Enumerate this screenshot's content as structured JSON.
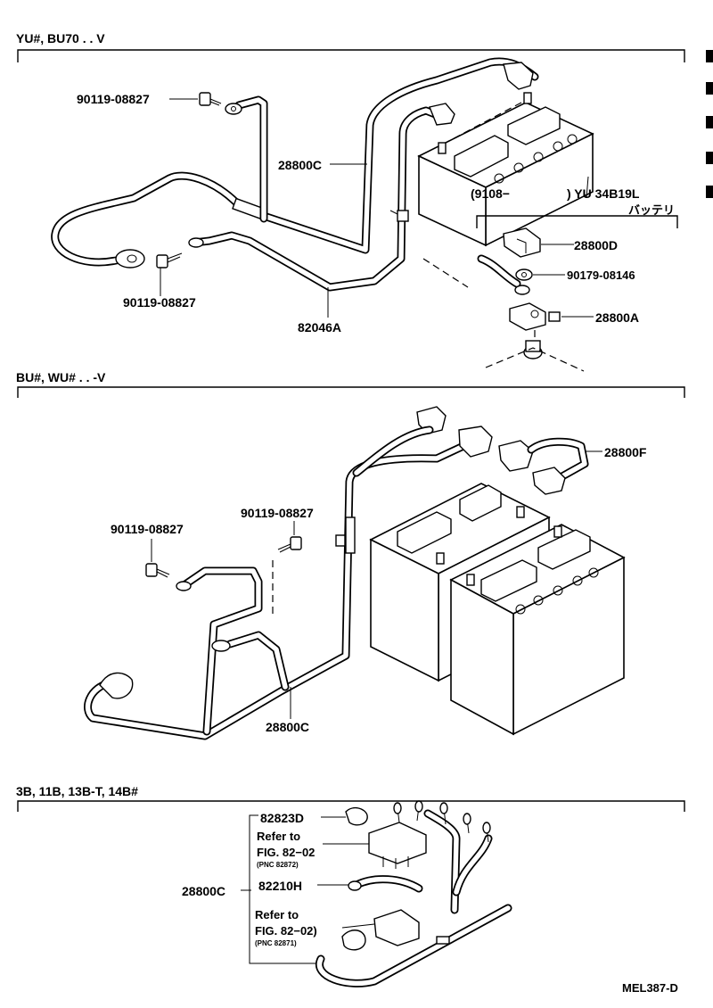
{
  "sections": [
    {
      "header": "YU#, BU70 . . V",
      "labels": {
        "bolt_top": "90119-08827",
        "cable_c": "28800C",
        "bolt_bottom": "90119-08827",
        "cable_a": "82046A",
        "battery_left": "(9108−",
        "battery_right": ") YU 34B19L",
        "battery_kana": "バッテリ",
        "cover_d": "28800D",
        "nut": "90179-08146",
        "terminal_a": "28800A"
      }
    },
    {
      "header": "BU#, WU# . . -V",
      "labels": {
        "bolt_left": "90119-08827",
        "bolt_right": "90119-08827",
        "cable_f": "28800F",
        "cable_c": "28800C"
      }
    },
    {
      "header": "3B, 11B, 13B-T, 14B#",
      "labels": {
        "cable_c": "28800C",
        "cap": "82823D",
        "refer1_line1": "Refer to",
        "refer1_line2": "FIG. 82−02",
        "refer1_pnc": "(PNC 82872)",
        "wire_h": "82210H",
        "refer2_line1": "Refer to",
        "refer2_line2": "FIG. 82−02)",
        "refer2_pnc": "(PNC 82871)"
      }
    }
  ],
  "footer_code": "MEL387-D"
}
